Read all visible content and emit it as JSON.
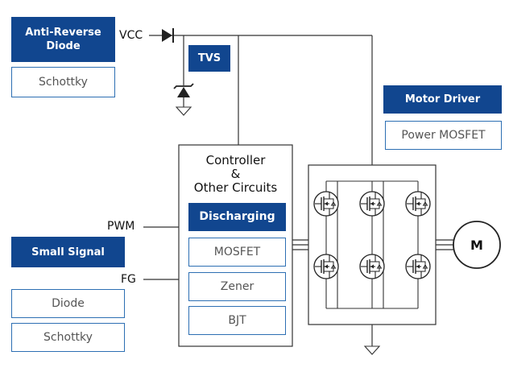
{
  "colors": {
    "accent": "#11468f",
    "outline": "#2d6fb3",
    "wire": "#333333",
    "muted_text": "#555555"
  },
  "anti_reverse": {
    "title": "Anti-Reverse\nDiode",
    "option": "Schottky"
  },
  "tvs": {
    "title": "TVS"
  },
  "motor_driver": {
    "title": "Motor Driver",
    "option": "Power MOSFET"
  },
  "small_signal": {
    "title": "Small Signal",
    "options": [
      "Diode",
      "Schottky"
    ]
  },
  "controller": {
    "title_lines": [
      "Controller",
      "&",
      "Other Circuits"
    ],
    "discharging": {
      "title": "Discharging",
      "options": [
        "MOSFET",
        "Zener",
        "BJT"
      ]
    }
  },
  "pins": {
    "vcc": "VCC",
    "pwm": "PWM",
    "fg": "FG"
  },
  "motor": {
    "label": "M",
    "icon": "motor-icon"
  },
  "icons": [
    "diode-icon",
    "tvs-diode-icon",
    "mosfet-icon",
    "ground-icon",
    "motor-icon"
  ]
}
